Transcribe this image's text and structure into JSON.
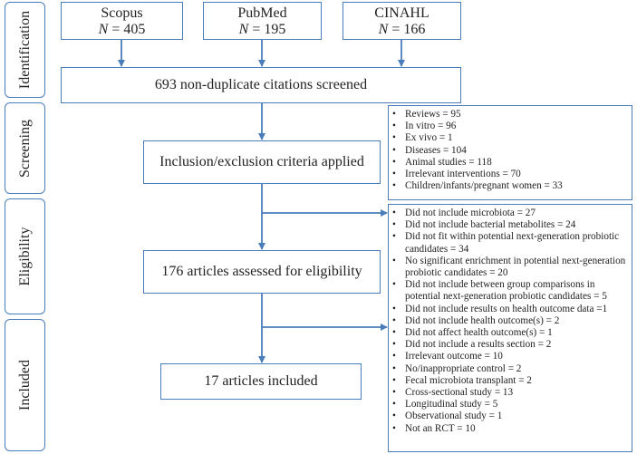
{
  "stages": {
    "identification": "Identification",
    "screening": "Screening",
    "eligibility": "Eligibility",
    "included": "Included"
  },
  "sources": [
    {
      "name": "Scopus",
      "n_label": "N",
      "n_value": "= 405"
    },
    {
      "name": "PubMed",
      "n_label": "N",
      "n_value": "= 195"
    },
    {
      "name": "CINAHL",
      "n_label": "N",
      "n_value": "= 166"
    }
  ],
  "flow": {
    "screened": "693 non-duplicate citations screened",
    "criteria": "Inclusion/exclusion criteria applied",
    "assessed": "176 articles assessed for eligibility",
    "included": "17 articles included"
  },
  "exclusions_screening": [
    "Reviews = 95",
    "In vitro = 96",
    "Ex vivo = 1",
    "Diseases = 104",
    "Animal studies = 118",
    "Irrelevant interventions = 70",
    "Children/infants/pregnant women = 33"
  ],
  "exclusions_eligibility": [
    "Did not include microbiota = 27",
    "Did not include bacterial metabolites = 24",
    "Did not fit within potential next-generation probiotic candidates = 34",
    "No significant enrichment in potential next-generation probiotic candidates = 20",
    "Did not include between group comparisons in potential next-generation probiotic candidates = 5",
    "Did not include results on health outcome data =1",
    "Did not include health outcome(s) = 2",
    "Did not affect health outcome(s) = 1",
    "Did not include a results section = 2",
    "Irrelevant outcome = 10",
    "No/inappropriate control = 2",
    "Fecal microbiota transplant = 2",
    "Cross-sectional study = 13",
    "Longitudinal study = 5",
    "Observational study = 1",
    "Not an RCT = 10"
  ],
  "colors": {
    "border": "#4a7ebb",
    "arrow": "#4a7ebb"
  }
}
